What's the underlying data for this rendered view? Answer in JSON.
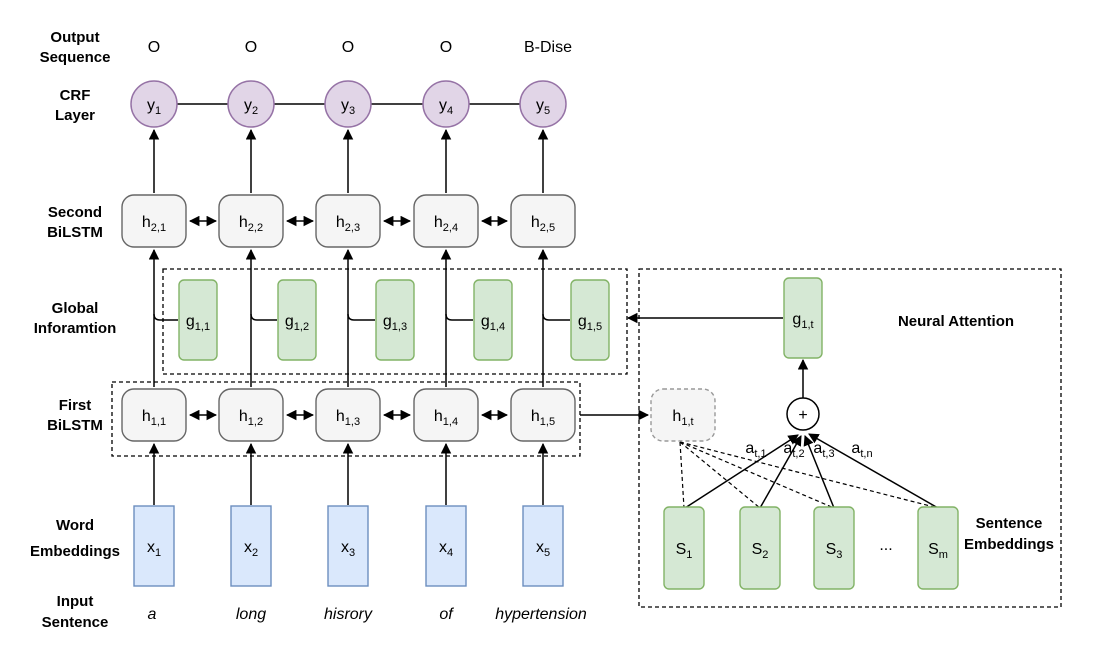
{
  "colors": {
    "crf_fill": "#e1d5e7",
    "crf_stroke": "#9673a6",
    "lstm_fill": "#f5f5f5",
    "lstm_stroke": "#666666",
    "green_fill": "#d5e8d4",
    "green_stroke": "#82b366",
    "blue_fill": "#dae8fc",
    "blue_stroke": "#6c8ebf",
    "ghost_stroke": "#999999"
  },
  "row_labels": {
    "output": [
      "Output",
      "Sequence"
    ],
    "crf": [
      "CRF",
      "Layer"
    ],
    "second": [
      "Second",
      "BiLSTM"
    ],
    "global": [
      "Global",
      "Inforamtion"
    ],
    "first": [
      "First",
      "BiLSTM"
    ],
    "word": [
      "Word",
      "Embeddings"
    ],
    "input": [
      "Input",
      "Sentence"
    ]
  },
  "output_tags": [
    "O",
    "O",
    "O",
    "O",
    "B-Dise"
  ],
  "crf_nodes": [
    {
      "base": "y",
      "sub": "1"
    },
    {
      "base": "y",
      "sub": "2"
    },
    {
      "base": "y",
      "sub": "3"
    },
    {
      "base": "y",
      "sub": "4"
    },
    {
      "base": "y",
      "sub": "5"
    }
  ],
  "second_nodes": [
    {
      "base": "h",
      "sub": "2,1"
    },
    {
      "base": "h",
      "sub": "2,2"
    },
    {
      "base": "h",
      "sub": "2,3"
    },
    {
      "base": "h",
      "sub": "2,4"
    },
    {
      "base": "h",
      "sub": "2,5"
    }
  ],
  "global_nodes": [
    {
      "base": "g",
      "sub": "1,1"
    },
    {
      "base": "g",
      "sub": "1,2"
    },
    {
      "base": "g",
      "sub": "1,3"
    },
    {
      "base": "g",
      "sub": "1,4"
    },
    {
      "base": "g",
      "sub": "1,5"
    }
  ],
  "first_nodes": [
    {
      "base": "h",
      "sub": "1,1"
    },
    {
      "base": "h",
      "sub": "1,2"
    },
    {
      "base": "h",
      "sub": "1,3"
    },
    {
      "base": "h",
      "sub": "1,4"
    },
    {
      "base": "h",
      "sub": "1,5"
    }
  ],
  "embed_nodes": [
    {
      "base": "x",
      "sub": "1"
    },
    {
      "base": "x",
      "sub": "2"
    },
    {
      "base": "x",
      "sub": "3"
    },
    {
      "base": "x",
      "sub": "4"
    },
    {
      "base": "x",
      "sub": "5"
    }
  ],
  "input_words": [
    "a",
    "long",
    "hisrory",
    "of",
    "hypertension"
  ],
  "attention": {
    "title": "Neural Attention",
    "g_node": {
      "base": "g",
      "sub": "1,t"
    },
    "h_node": {
      "base": "h",
      "sub": "1,t"
    },
    "plus": "+",
    "weights": [
      {
        "base": "a",
        "sub": "t,1"
      },
      {
        "base": "a",
        "sub": "t,2"
      },
      {
        "base": "a",
        "sub": "t,3"
      },
      {
        "base": "a",
        "sub": "t,n"
      }
    ],
    "sentences": [
      {
        "base": "S",
        "sub": "1"
      },
      {
        "base": "S",
        "sub": "2"
      },
      {
        "base": "S",
        "sub": "3"
      },
      {
        "base": "S",
        "sub": "m"
      }
    ],
    "ellipsis": "...",
    "sentence_label": [
      "Sentence",
      "Embeddings"
    ]
  }
}
